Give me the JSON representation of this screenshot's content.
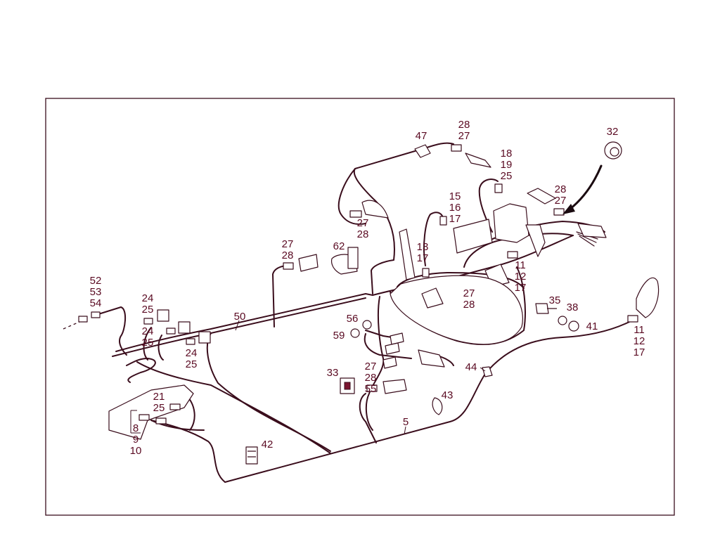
{
  "diagram": {
    "colors": {
      "line": "#3a0d1c",
      "label": "#5a0a22",
      "accent": "#7a1530",
      "background": "#ffffff"
    },
    "callouts": [
      {
        "id": "c-52-53-54",
        "lines": [
          "52",
          "53",
          "54"
        ]
      },
      {
        "id": "c-24-25-a",
        "lines": [
          "24",
          "25"
        ]
      },
      {
        "id": "c-24-25-b",
        "lines": [
          "24",
          "25"
        ]
      },
      {
        "id": "c-24-25-c",
        "lines": [
          "24",
          "25"
        ]
      },
      {
        "id": "c-50",
        "lines": [
          "50"
        ]
      },
      {
        "id": "c-27-28-a",
        "lines": [
          "27",
          "28"
        ]
      },
      {
        "id": "c-62",
        "lines": [
          "62"
        ]
      },
      {
        "id": "c-27-28-b",
        "lines": [
          "27",
          "28"
        ]
      },
      {
        "id": "c-47",
        "lines": [
          "47"
        ]
      },
      {
        "id": "c-28-27-a",
        "lines": [
          "28",
          "27"
        ]
      },
      {
        "id": "c-18-19-25",
        "lines": [
          "18",
          "19",
          "25"
        ]
      },
      {
        "id": "c-32",
        "lines": [
          "32"
        ]
      },
      {
        "id": "c-28-27-b",
        "lines": [
          "28",
          "27"
        ]
      },
      {
        "id": "c-15-16-17",
        "lines": [
          "15",
          "16",
          "17"
        ]
      },
      {
        "id": "c-13-17",
        "lines": [
          "13",
          "17"
        ]
      },
      {
        "id": "c-11-12-17-a",
        "lines": [
          "11",
          "12",
          "17"
        ]
      },
      {
        "id": "c-27-28-c",
        "lines": [
          "27",
          "28"
        ]
      },
      {
        "id": "c-35",
        "lines": [
          "35"
        ]
      },
      {
        "id": "c-38",
        "lines": [
          "38"
        ]
      },
      {
        "id": "c-41",
        "lines": [
          "41"
        ]
      },
      {
        "id": "c-11-12-17-b",
        "lines": [
          "11",
          "12",
          "17"
        ]
      },
      {
        "id": "c-56",
        "lines": [
          "56"
        ]
      },
      {
        "id": "c-59",
        "lines": [
          "59"
        ]
      },
      {
        "id": "c-33",
        "lines": [
          "33"
        ]
      },
      {
        "id": "c-27-28-55",
        "lines": [
          "27",
          "28",
          "55"
        ]
      },
      {
        "id": "c-44",
        "lines": [
          "44"
        ]
      },
      {
        "id": "c-43",
        "lines": [
          "43"
        ]
      },
      {
        "id": "c-21-25",
        "lines": [
          "21",
          "25"
        ]
      },
      {
        "id": "c-8-9-10",
        "lines": [
          "8",
          "9",
          "10"
        ]
      },
      {
        "id": "c-5",
        "lines": [
          "5"
        ]
      },
      {
        "id": "c-42",
        "lines": [
          "42"
        ]
      }
    ]
  }
}
